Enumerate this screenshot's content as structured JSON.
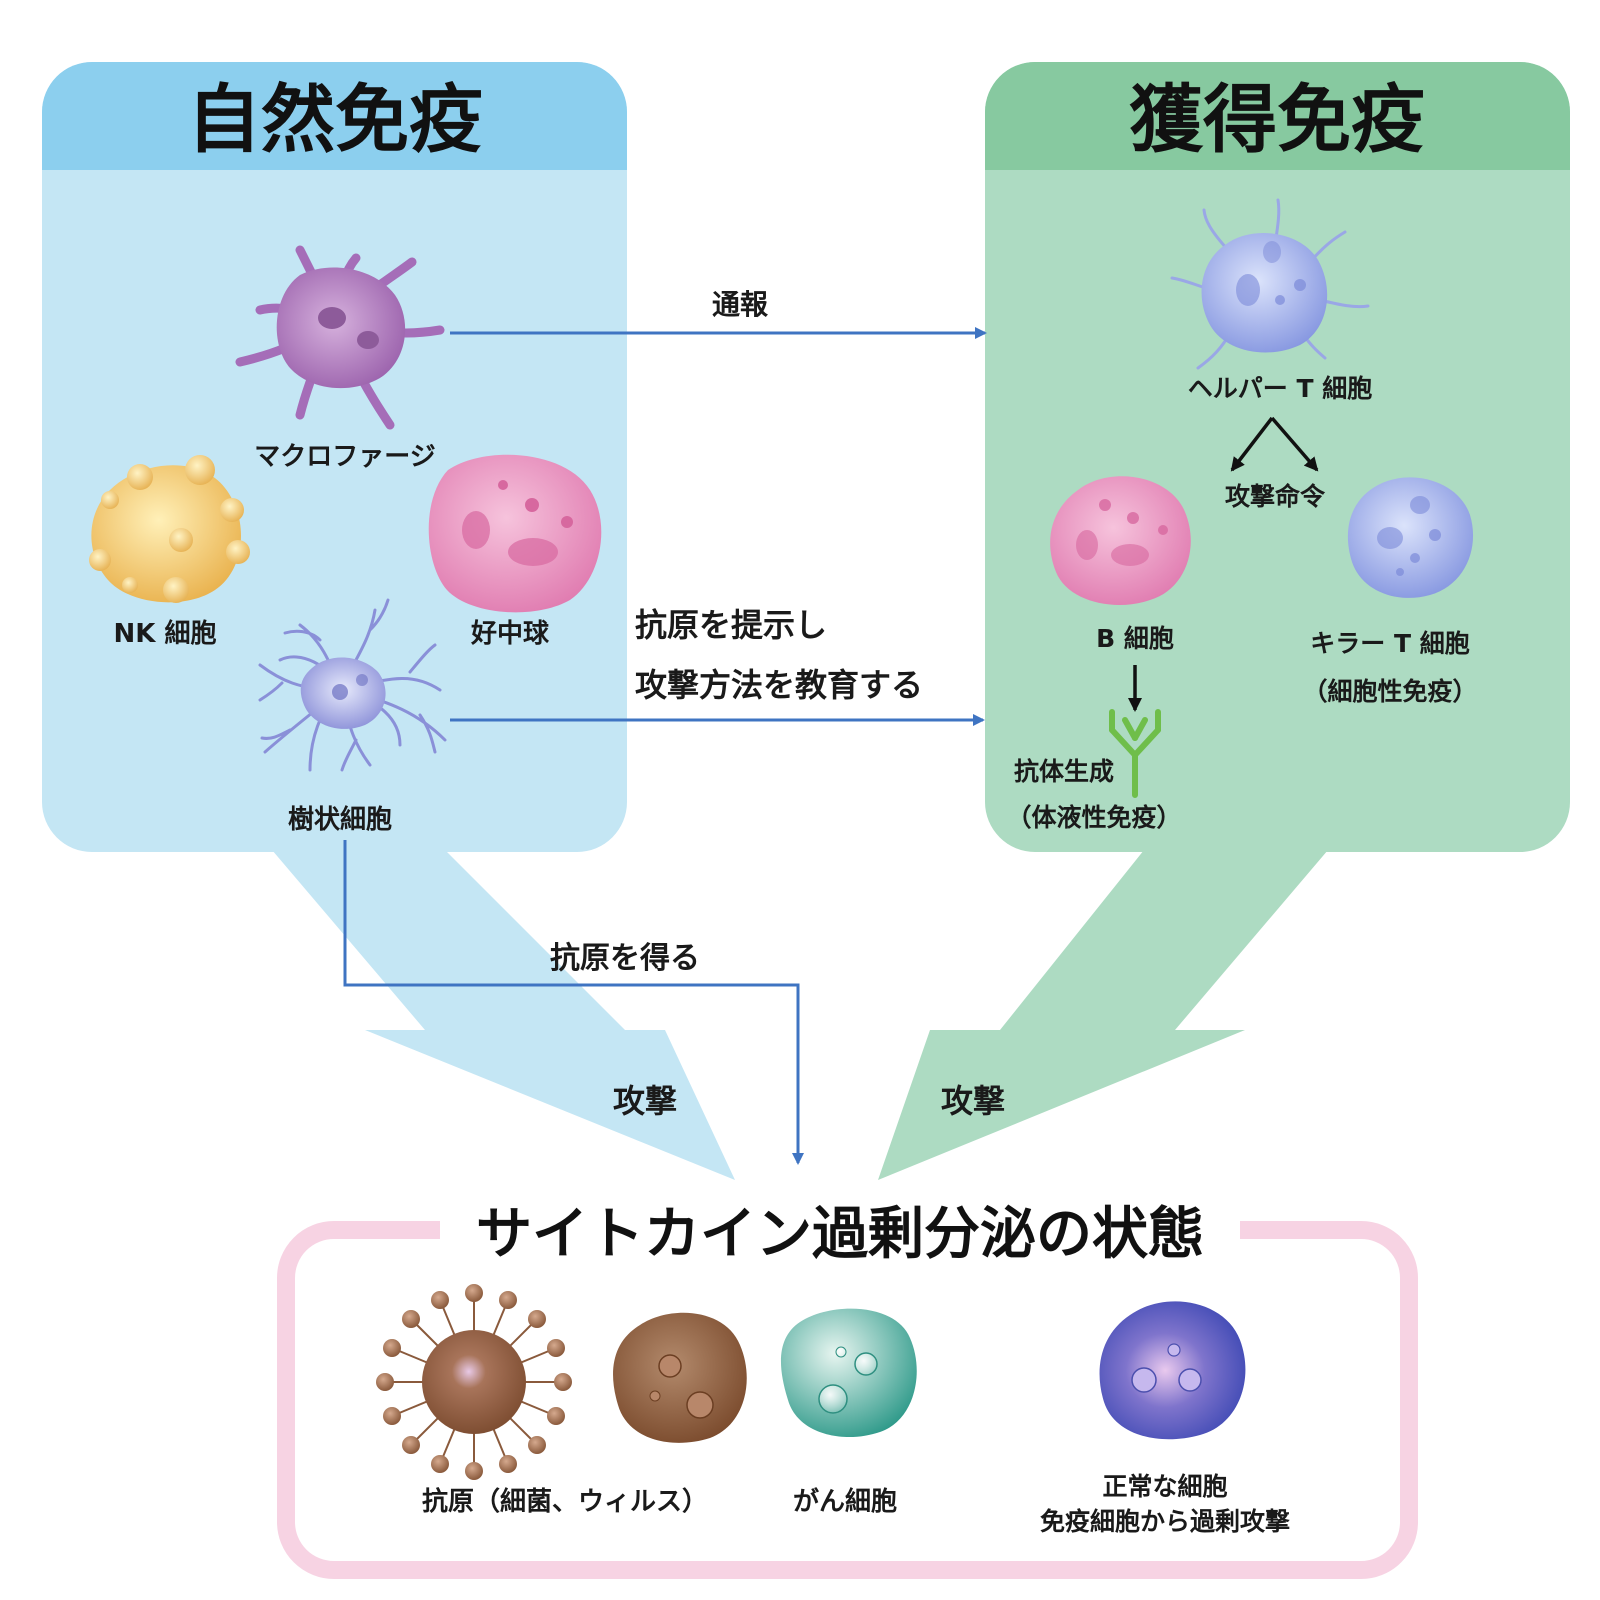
{
  "innate": {
    "title": "自然免疫",
    "macrophage": "マクロファージ",
    "nk_cell": "NK 細胞",
    "neutrophil": "好中球",
    "dendritic_cell": "樹状細胞"
  },
  "adaptive": {
    "title": "獲得免疫",
    "helper_t": "ヘルパー T 細胞",
    "attack_command": "攻撃命令",
    "b_cell": "B 細胞",
    "killer_t": "キラー T 細胞",
    "killer_t_sub": "（細胞性免疫）",
    "antibody": "抗体生成",
    "antibody_sub": "（体液性免疫）"
  },
  "arrows": {
    "notify": "通報",
    "present_line1": "抗原を提示し",
    "present_line2": "攻撃方法を教育する",
    "get_antigen": "抗原を得る",
    "attack_left": "攻撃",
    "attack_right": "攻撃"
  },
  "storm": {
    "title": "サイトカイン過剰分泌の状態",
    "antigen": "抗原（細菌、ウィルス）",
    "cancer": "がん細胞",
    "normal_line1": "正常な細胞",
    "normal_line2": "免疫細胞から過剰攻撃"
  },
  "colors": {
    "innate_header": "#8ccfee",
    "innate_body": "#c4e6f4",
    "adaptive_header": "#87c9a0",
    "adaptive_body": "#addbc2",
    "storm_border": "#f7d3e3",
    "arrow_blue": "#3f74c2",
    "antibody_green": "#6fbe4a"
  }
}
